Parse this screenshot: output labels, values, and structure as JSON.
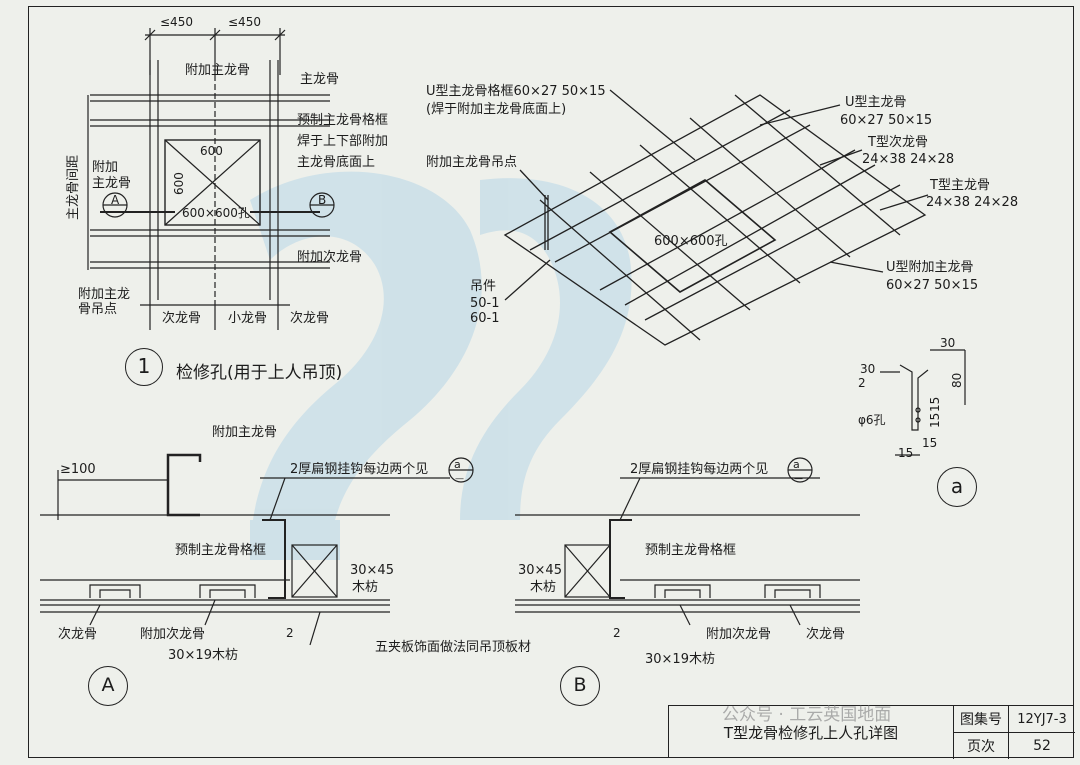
{
  "detail1": {
    "dim_left": "≤450",
    "dim_right": "≤450",
    "label_add_main": "附加主龙骨",
    "label_main": "主龙骨",
    "label_frame": [
      "预制主龙骨格框",
      "焊于上下部附加",
      "主龙骨底面上"
    ],
    "label_main_spacing": "主龙骨间距",
    "label_add_main_left": [
      "附加",
      "主龙骨"
    ],
    "dim_600h": "600",
    "dim_600v": "600",
    "hole": "600×600孔",
    "label_add_sub": "附加次龙骨",
    "label_hanger": [
      "附加主龙",
      "骨吊点"
    ],
    "bottom_labels": [
      "次龙骨",
      "小龙骨",
      "次龙骨"
    ],
    "sec_a": "A",
    "sec_b": "B",
    "number": "1",
    "title": "检修孔(用于上人吊顶)"
  },
  "iso": {
    "u_frame": [
      "U型主龙骨格框60×27  50×15",
      "(焊于附加主龙骨底面上)"
    ],
    "add_main_hanger": "附加主龙骨吊点",
    "hole": "600×600孔",
    "hanger": [
      "吊件",
      "50-1",
      "60-1"
    ],
    "u_main": [
      "U型主龙骨",
      "60×27  50×15"
    ],
    "t_sub": [
      "T型次龙骨",
      "24×38  24×28"
    ],
    "t_main": [
      "T型主龙骨",
      "24×38  24×28"
    ],
    "u_add_main": [
      "U型附加主龙骨",
      "60×27  50×15"
    ]
  },
  "detail_a": {
    "dims": [
      "30",
      "30",
      "2",
      "80",
      "15",
      "15",
      "15",
      "15"
    ],
    "hole": "φ6孔",
    "label": "a"
  },
  "section_a": {
    "add_main": "附加主龙骨",
    "dim_100": "≥100",
    "hook": "2厚扁钢挂钩每边两个见",
    "frame": "预制主龙骨格框",
    "wood": [
      "30×45",
      "木枋"
    ],
    "sub": "次龙骨",
    "add_sub": "附加次龙骨",
    "wood2": "30×19木枋",
    "dim2": "2",
    "plywood": "五夹板饰面做法同吊顶板材",
    "ref_a": "a",
    "ref_dash": "—",
    "label": "A"
  },
  "section_b": {
    "hook": "2厚扁钢挂钩每边两个见",
    "frame": "预制主龙骨格框",
    "wood": [
      "30×45",
      "木枋"
    ],
    "add_sub": "附加次龙骨",
    "sub": "次龙骨",
    "dim2": "2",
    "wood2": "30×19木枋",
    "ref_a": "a",
    "ref_dash": "—",
    "label": "B"
  },
  "title_block": {
    "title": "T型龙骨检修孔上人孔详图",
    "atlas_label": "图集号",
    "atlas_no": "12YJ7-3",
    "page_label": "页次",
    "page_no": "52"
  },
  "watermark": "公众号 · 工云英国地面"
}
